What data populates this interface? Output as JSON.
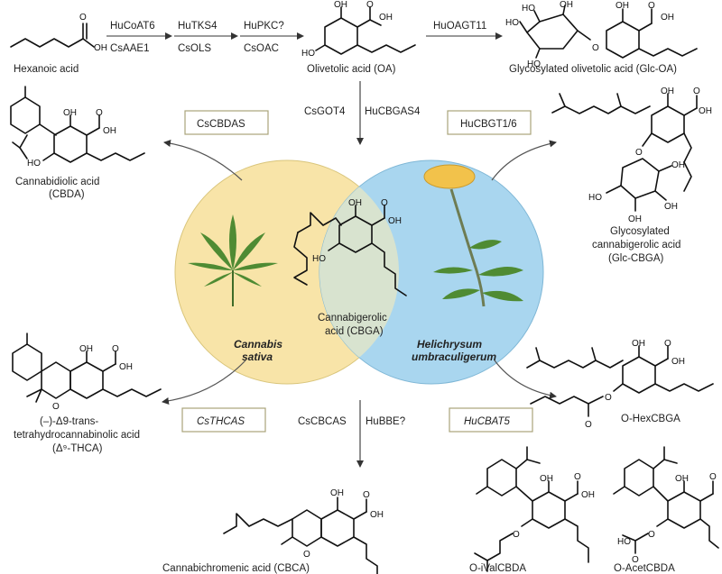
{
  "colors": {
    "cannabis_circle": "#f8e4a8",
    "helichrysum_circle": "#a9d6ef",
    "overlap": "#d8e3cf",
    "enzyme_box_border": "#a9a47a",
    "leaf_green": "#4f8b33",
    "flower_yellow": "#f2c24b"
  },
  "top_row": {
    "hexanoic_acid": "Hexanoic acid",
    "enzymes_1_top": "HuCoAT6",
    "enzymes_1_bottom": "CsAAE1",
    "enzymes_2_top": "HuTKS4",
    "enzymes_2_bottom": "CsOLS",
    "enzymes_3_top": "HuPKC?",
    "enzymes_3_bottom": "CsOAC",
    "olivetolic_acid": "Olivetolic acid (OA)",
    "enzyme_4": "HuOAGT11",
    "glc_oa": "Glycosylated olivetolic acid (Glc-OA)"
  },
  "center": {
    "enzyme_left": "CsGOT4",
    "enzyme_right": "HuCBGAS4",
    "cbga_line1": "Cannabigerolic",
    "cbga_line2": "acid (CBGA)",
    "cannabis_line1": "Cannabis",
    "cannabis_line2": "sativa",
    "helichrysum_line1": "Helichrysum",
    "helichrysum_line2": "umbraculigerum",
    "bottom_enzyme_left": "CsCBCAS",
    "bottom_enzyme_right": "HuBBE?"
  },
  "left_side": {
    "cbdas_box": "CsCBDAS",
    "cbda_line1": "Cannabidiolic acid",
    "cbda_line2": "(CBDA)",
    "thcas_box": "CsTHCAS",
    "thca_line1": "(–)-Δ9-trans-",
    "thca_line2": "tetrahydrocannabinolic acid",
    "thca_line3": "(Δ⁹-THCA)"
  },
  "right_side": {
    "cbgt_box": "HuCBGT1/6",
    "glc_cbga_line1": "Glycosylated",
    "glc_cbga_line2": "cannabigerolic acid",
    "glc_cbga_line3": "(Glc-CBGA)",
    "cbat_box": "HuCBAT5",
    "o_hexcbga": "O-HexCBGA"
  },
  "bottom_row": {
    "cbca": "Cannabichromenic acid (CBCA)",
    "o_ivalcbda": "O-iValCBDA",
    "o_acetcbda": "O-AcetCBDA"
  },
  "atoms": {
    "oh": "OH",
    "o": "O",
    "ho": "HO"
  }
}
